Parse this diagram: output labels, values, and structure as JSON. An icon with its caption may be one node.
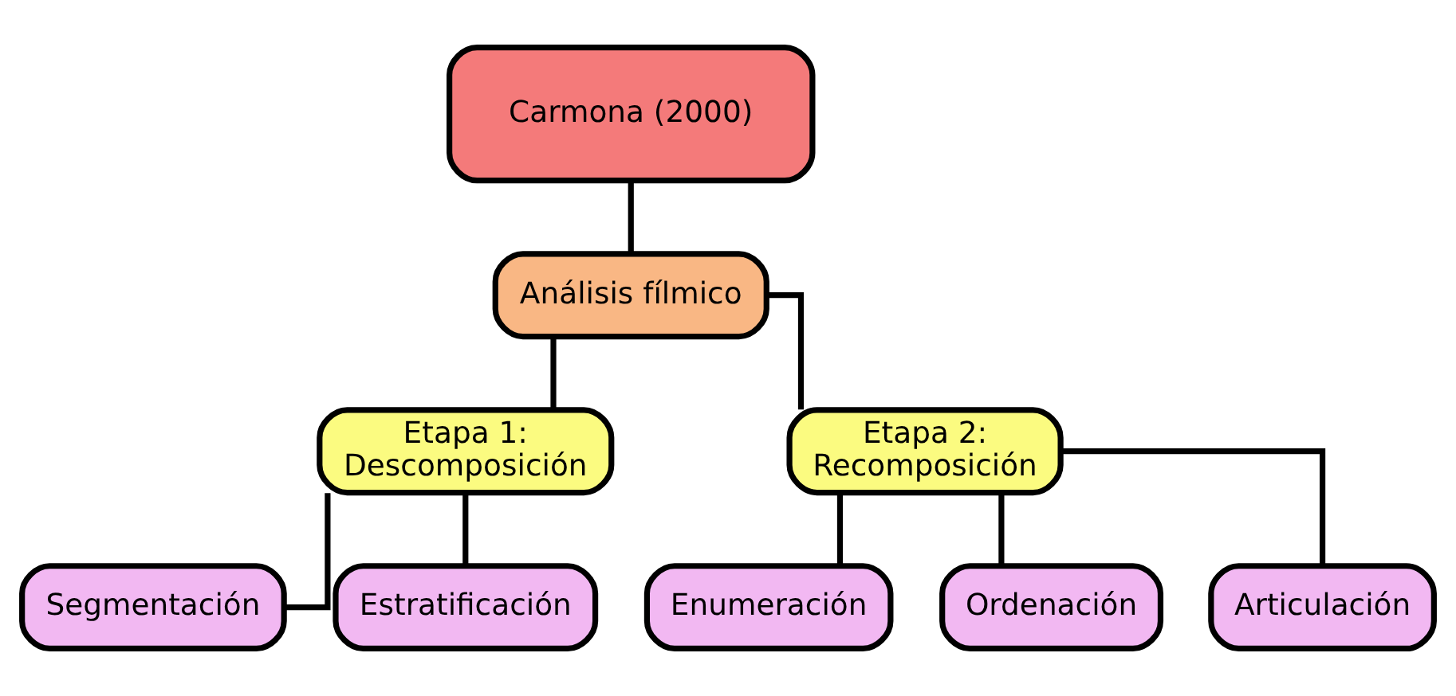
{
  "diagram": {
    "nodes": [
      {
        "text": [
          "Carmona (2000)"
        ]
      },
      {
        "text": [
          "Análisis fílmico"
        ]
      },
      {
        "text": [
          "Etapa 1: Descomposición"
        ]
      },
      {
        "text": [
          "Etapa 2: Recomposición"
        ]
      },
      {
        "text": [
          "Segmentación"
        ]
      },
      {
        "text": [
          "Estratificación"
        ]
      },
      {
        "text": [
          "Enumeración"
        ]
      },
      {
        "text": [
          "Ordenación"
        ]
      },
      {
        "text": [
          "Articulación"
        ]
      }
    ],
    "edges": [
      {
        "from": 0,
        "to": 1,
        "arrow": "none"
      },
      {
        "from": 1,
        "to": 2,
        "arrow": "none"
      },
      {
        "from": 1,
        "to": 3,
        "arrow": "none"
      },
      {
        "from": 2,
        "to": 4,
        "arrow": "none"
      },
      {
        "from": 2,
        "to": 5,
        "arrow": "none"
      },
      {
        "from": 3,
        "to": 6,
        "arrow": "none"
      },
      {
        "from": 3,
        "to": 7,
        "arrow": "none"
      },
      {
        "from": 3,
        "to": 8,
        "arrow": "none"
      }
    ]
  }
}
